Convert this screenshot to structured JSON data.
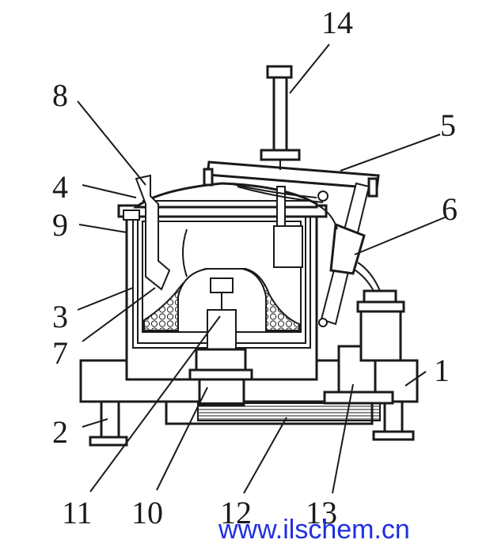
{
  "labels": {
    "l1": "1",
    "l2": "2",
    "l3": "3",
    "l4": "4",
    "l5": "5",
    "l6": "6",
    "l7": "7",
    "l8": "8",
    "l9": "9",
    "l10": "10",
    "l11": "11",
    "l12": "12",
    "l13": "13",
    "l14": "14"
  },
  "watermark": "www.ilschem.cn",
  "colors": {
    "line": "#1a1a1a",
    "watermark": "#1f2fe0",
    "background": "#ffffff"
  }
}
